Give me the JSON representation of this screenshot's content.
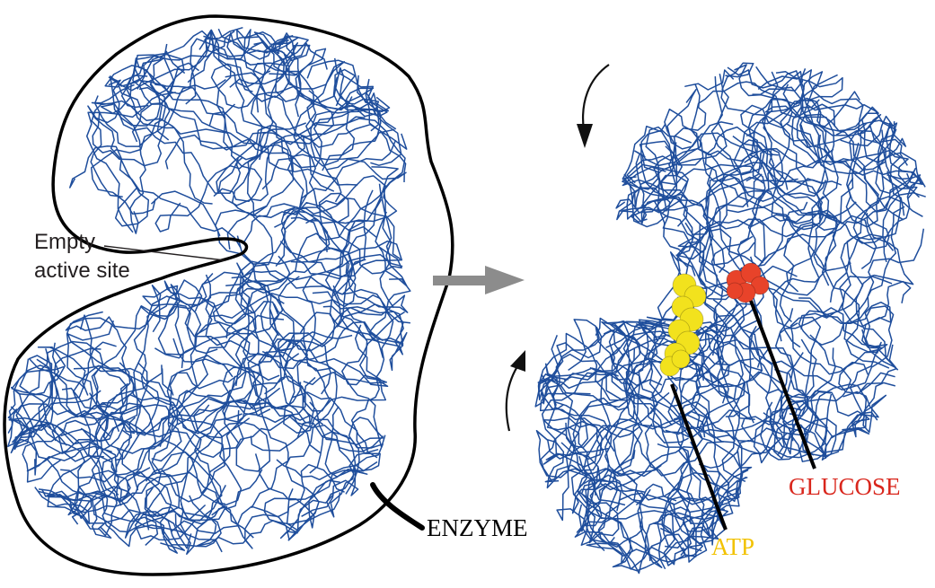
{
  "labels": {
    "empty_line1": "Empty",
    "empty_line2": "active site",
    "enzyme": "ENZYME",
    "atp": "ATP",
    "glucose": "GLUCOSE"
  },
  "colors": {
    "protein": "#1f4e9c",
    "outline": "#000000",
    "arrow": "#8c8c8c",
    "atp": "#f2e21d",
    "glucose": "#e8432a",
    "enzyme_label": "#000000",
    "atp_label": "#f2c200",
    "glucose_label": "#d9261c",
    "text_dark": "#231f20"
  }
}
